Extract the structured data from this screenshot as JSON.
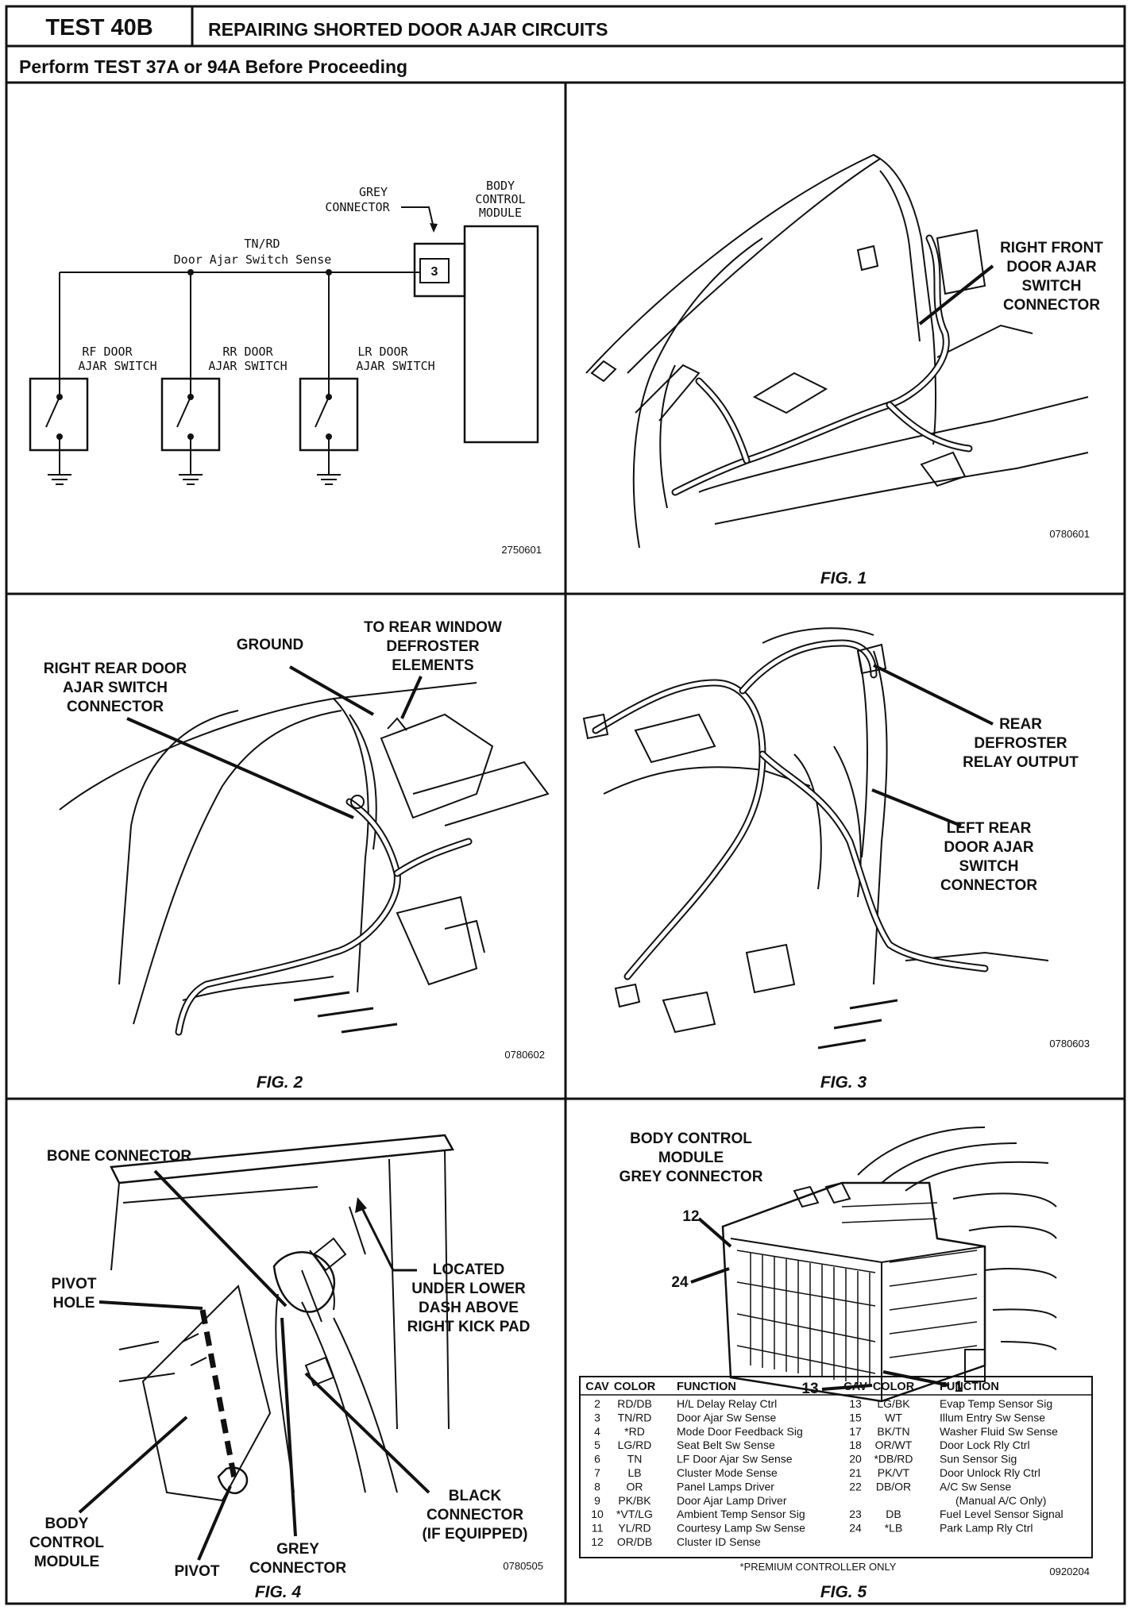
{
  "header": {
    "test_id": "TEST 40B",
    "title": "REPAIRING SHORTED DOOR AJAR CIRCUITS",
    "subtitle": "Perform TEST 37A or 94A Before Proceeding"
  },
  "schematic": {
    "grey_connector_1": "GREY",
    "grey_connector_2": "CONNECTOR",
    "bcm_1": "BODY",
    "bcm_2": "CONTROL",
    "bcm_3": "MODULE",
    "wire_color": "TN/RD",
    "wire_function": "Door Ajar Switch Sense",
    "cavity": "3",
    "rf_1": "RF DOOR",
    "rf_2": "AJAR SWITCH",
    "rr_1": "RR DOOR",
    "rr_2": "AJAR SWITCH",
    "lr_1": "LR DOOR",
    "lr_2": "AJAR SWITCH",
    "ref": "2750601"
  },
  "fig1": {
    "label_1": "RIGHT FRONT",
    "label_2": "DOOR AJAR",
    "label_3": "SWITCH",
    "label_4": "CONNECTOR",
    "ref": "0780601",
    "caption": "FIG. 1"
  },
  "fig2": {
    "ground": "GROUND",
    "defrost_1": "TO REAR WINDOW",
    "defrost_2": "DEFROSTER",
    "defrost_3": "ELEMENTS",
    "rr_1": "RIGHT REAR DOOR",
    "rr_2": "AJAR SWITCH",
    "rr_3": "CONNECTOR",
    "ref": "0780602",
    "caption": "FIG. 2"
  },
  "fig3": {
    "relay_1": "REAR",
    "relay_2": "DEFROSTER",
    "relay_3": "RELAY OUTPUT",
    "lr_1": "LEFT REAR",
    "lr_2": "DOOR AJAR",
    "lr_3": "SWITCH",
    "lr_4": "CONNECTOR",
    "ref": "0780603",
    "caption": "FIG. 3"
  },
  "fig4": {
    "bone": "BONE CONNECTOR",
    "pivot_hole_1": "PIVOT",
    "pivot_hole_2": "HOLE",
    "located_1": "LOCATED",
    "located_2": "UNDER LOWER",
    "located_3": "DASH ABOVE",
    "located_4": "RIGHT KICK PAD",
    "black_1": "BLACK",
    "black_2": "CONNECTOR",
    "black_3": "(IF EQUIPPED)",
    "bcm_1": "BODY",
    "bcm_2": "CONTROL",
    "bcm_3": "MODULE",
    "pivot": "PIVOT",
    "grey_1": "GREY",
    "grey_2": "CONNECTOR",
    "ref": "0780505",
    "caption": "FIG. 4"
  },
  "fig5": {
    "title_1": "BODY CONTROL",
    "title_2": "MODULE",
    "title_3": "GREY CONNECTOR",
    "pin_12": "12",
    "pin_24": "24",
    "pin_13": "13",
    "pin_1": "1",
    "table_headers": [
      "CAV",
      "COLOR",
      "FUNCTION",
      "CAV",
      "COLOR",
      "FUNCTION"
    ],
    "rows_left": [
      [
        "2",
        "RD/DB",
        "H/L Delay Relay Ctrl"
      ],
      [
        "3",
        "TN/RD",
        "Door Ajar Sw Sense"
      ],
      [
        "4",
        "*RD",
        "Mode Door Feedback Sig"
      ],
      [
        "5",
        "LG/RD",
        "Seat Belt Sw Sense"
      ],
      [
        "6",
        "TN",
        "LF Door Ajar Sw Sense"
      ],
      [
        "7",
        "LB",
        "Cluster Mode Sense"
      ],
      [
        "8",
        "OR",
        "Panel Lamps Driver"
      ],
      [
        "9",
        "PK/BK",
        "Door Ajar Lamp Driver"
      ],
      [
        "10",
        "*VT/LG",
        "Ambient Temp Sensor Sig"
      ],
      [
        "11",
        "YL/RD",
        "Courtesy Lamp Sw Sense"
      ],
      [
        "12",
        "OR/DB",
        "Cluster ID Sense"
      ]
    ],
    "rows_right": [
      [
        "13",
        "LG/BK",
        "Evap Temp Sensor Sig"
      ],
      [
        "15",
        "WT",
        "Illum Entry Sw Sense"
      ],
      [
        "17",
        "BK/TN",
        "Washer Fluid Sw Sense"
      ],
      [
        "18",
        "OR/WT",
        "Door Lock Rly Ctrl"
      ],
      [
        "20",
        "*DB/RD",
        "Sun Sensor Sig"
      ],
      [
        "21",
        "PK/VT",
        "Door Unlock Rly Ctrl"
      ],
      [
        "22",
        "DB/OR",
        "A/C Sw Sense"
      ],
      [
        "",
        "",
        "(Manual A/C Only)"
      ],
      [
        "23",
        "DB",
        "Fuel Level Sensor Signal"
      ],
      [
        "24",
        "*LB",
        "Park Lamp Rly Ctrl"
      ]
    ],
    "footnote": "*PREMIUM CONTROLLER ONLY",
    "ref": "0920204",
    "caption": "FIG. 5"
  }
}
